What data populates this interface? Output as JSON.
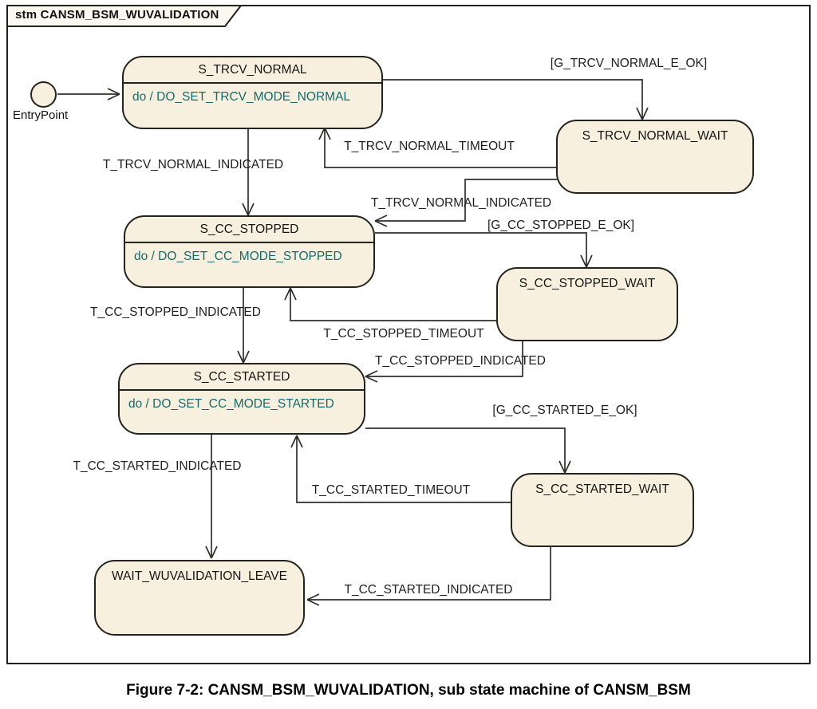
{
  "frame": {
    "label": "stm CANSM_BSM_WUVALIDATION"
  },
  "caption": "Figure 7-2: CANSM_BSM_WUVALIDATION, sub state machine of CANSM_BSM",
  "entry_point": {
    "label": "EntryPoint"
  },
  "colors": {
    "state_fill": "#f8f0df",
    "state_border": "#26221d",
    "do_action_text": "#17696b",
    "line": "#2e2e2c"
  },
  "states": [
    {
      "id": "s_trcv_normal",
      "title": "S_TRCV_NORMAL",
      "do_action": "do / DO_SET_TRCV_MODE_NORMAL"
    },
    {
      "id": "s_trcv_normal_wait",
      "title": "S_TRCV_NORMAL_WAIT"
    },
    {
      "id": "s_cc_stopped",
      "title": "S_CC_STOPPED",
      "do_action": "do / DO_SET_CC_MODE_STOPPED"
    },
    {
      "id": "s_cc_stopped_wait",
      "title": "S_CC_STOPPED_WAIT"
    },
    {
      "id": "s_cc_started",
      "title": "S_CC_STARTED",
      "do_action": "do / DO_SET_CC_MODE_STARTED"
    },
    {
      "id": "s_cc_started_wait",
      "title": "S_CC_STARTED_WAIT"
    },
    {
      "id": "wait_wuvalidation_leave",
      "title": "WAIT_WUVALIDATION_LEAVE"
    }
  ],
  "transitions": [
    {
      "label": "[G_TRCV_NORMAL_E_OK]",
      "from": "S_TRCV_NORMAL",
      "to": "S_TRCV_NORMAL_WAIT"
    },
    {
      "label": "T_TRCV_NORMAL_TIMEOUT",
      "from": "S_TRCV_NORMAL_WAIT",
      "to": "S_TRCV_NORMAL"
    },
    {
      "label": "T_TRCV_NORMAL_INDICATED",
      "from": "S_TRCV_NORMAL",
      "to": "S_CC_STOPPED"
    },
    {
      "label": "T_TRCV_NORMAL_INDICATED",
      "from": "S_TRCV_NORMAL_WAIT",
      "to": "S_CC_STOPPED"
    },
    {
      "label": "[G_CC_STOPPED_E_OK]",
      "from": "S_CC_STOPPED",
      "to": "S_CC_STOPPED_WAIT"
    },
    {
      "label": "T_CC_STOPPED_TIMEOUT",
      "from": "S_CC_STOPPED_WAIT",
      "to": "S_CC_STOPPED"
    },
    {
      "label": "T_CC_STOPPED_INDICATED",
      "from": "S_CC_STOPPED",
      "to": "S_CC_STARTED"
    },
    {
      "label": "T_CC_STOPPED_INDICATED",
      "from": "S_CC_STOPPED_WAIT",
      "to": "S_CC_STARTED"
    },
    {
      "label": "[G_CC_STARTED_E_OK]",
      "from": "S_CC_STARTED",
      "to": "S_CC_STARTED_WAIT"
    },
    {
      "label": "T_CC_STARTED_TIMEOUT",
      "from": "S_CC_STARTED_WAIT",
      "to": "S_CC_STARTED"
    },
    {
      "label": "T_CC_STARTED_INDICATED",
      "from": "S_CC_STARTED",
      "to": "WAIT_WUVALIDATION_LEAVE"
    },
    {
      "label": "T_CC_STARTED_INDICATED",
      "from": "S_CC_STARTED_WAIT",
      "to": "WAIT_WUVALIDATION_LEAVE"
    }
  ]
}
